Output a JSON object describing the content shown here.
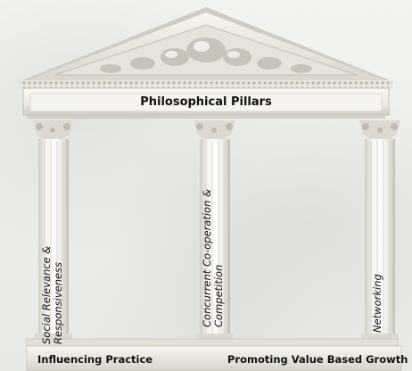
{
  "diagram": {
    "title": "Philosophical Pillars",
    "pillars": [
      {
        "line1": "Social Relevance &",
        "line2": "Responsiveness"
      },
      {
        "line1": "Concurrent Co-operation &",
        "line2": "Competition"
      },
      {
        "line1": "Networking",
        "line2": ""
      }
    ],
    "base": {
      "left_label": "Influencing Practice",
      "right_label": "Promoting Value Based Growth"
    }
  },
  "colors": {
    "marble_light": "#f4f2ec",
    "marble_shadow": "#c9c6bd",
    "text": "#111111"
  }
}
